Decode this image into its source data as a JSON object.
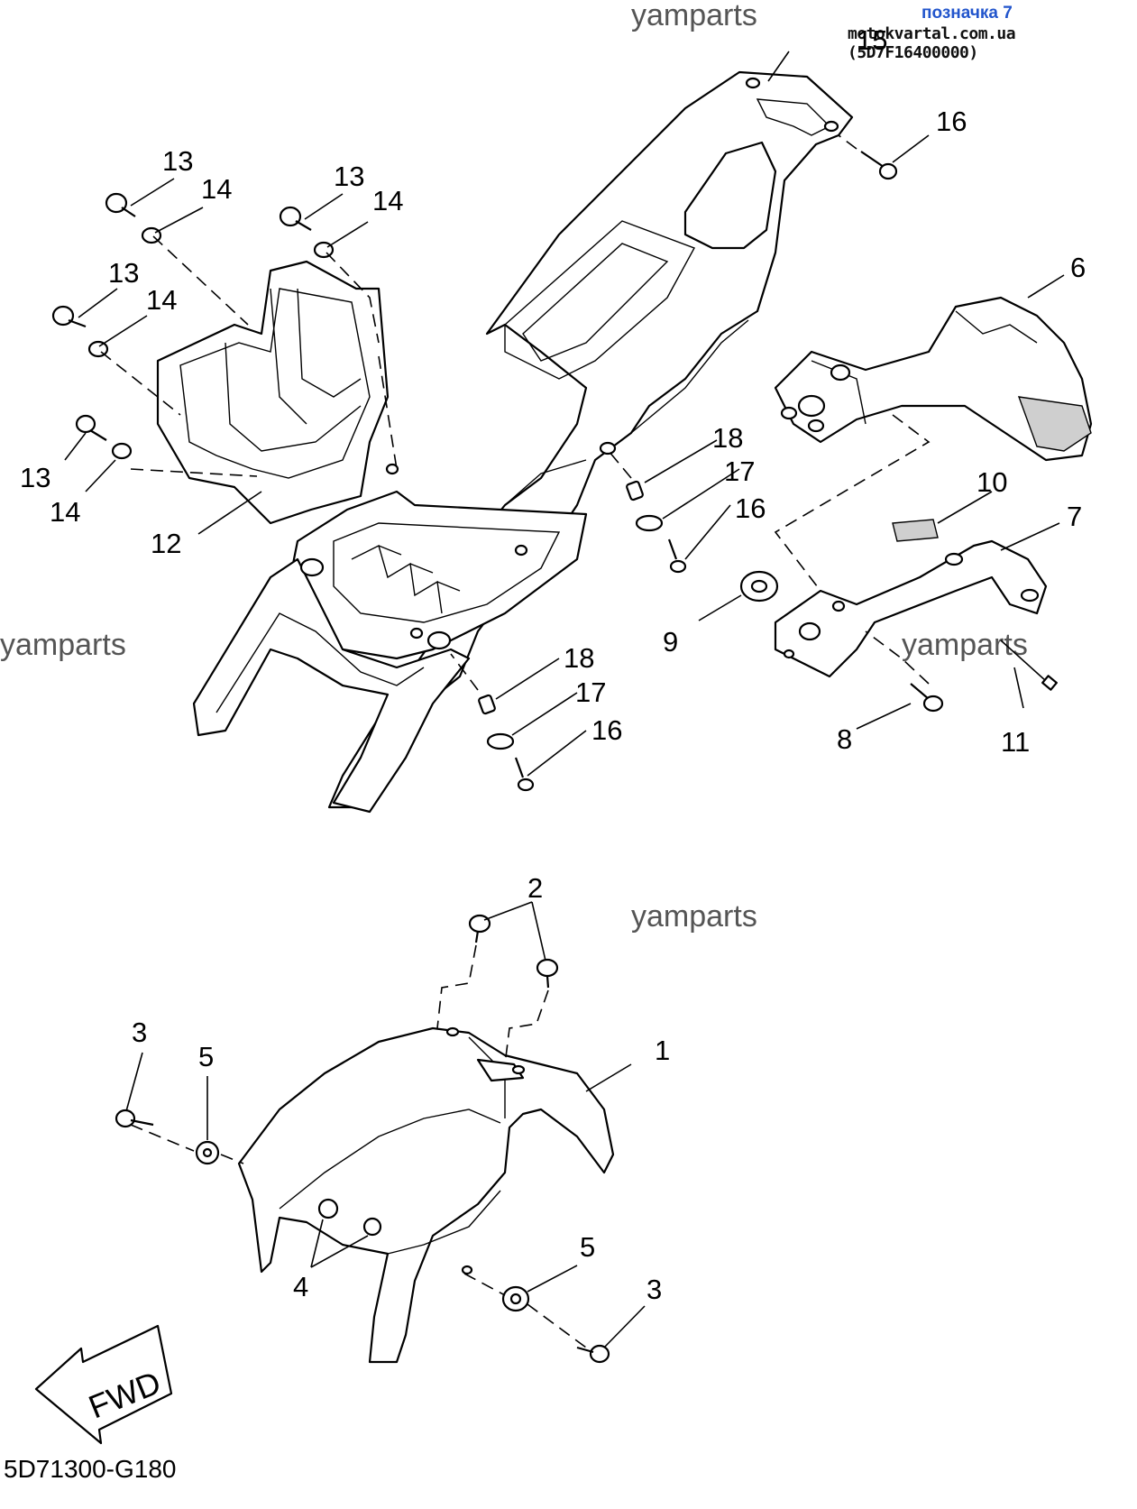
{
  "header": {
    "tag_label": "позначка 7",
    "site_caption": "motokvartal.com.ua (5D7F16400000)"
  },
  "watermarks": {
    "top": "yamparts",
    "left": "yamparts",
    "right": "yamparts",
    "middle": "yamparts"
  },
  "callouts": {
    "c1": "1",
    "c2": "2",
    "c3a": "3",
    "c3b": "3",
    "c4": "4",
    "c5a": "5",
    "c5b": "5",
    "c6": "6",
    "c7": "7",
    "c8": "8",
    "c9": "9",
    "c10": "10",
    "c11": "11",
    "c12": "12",
    "c13a": "13",
    "c13b": "13",
    "c13c": "13",
    "c13d": "13",
    "c14a": "14",
    "c14b": "14",
    "c14c": "14",
    "c14d": "14",
    "c15": "15",
    "c16a": "16",
    "c16b": "16",
    "c16c": "16",
    "c17a": "17",
    "c17b": "17",
    "c18a": "18",
    "c18b": "18"
  },
  "fwd_arrow": {
    "label": "FWD"
  },
  "footer": {
    "drawing_code": "5D71300-G180"
  }
}
